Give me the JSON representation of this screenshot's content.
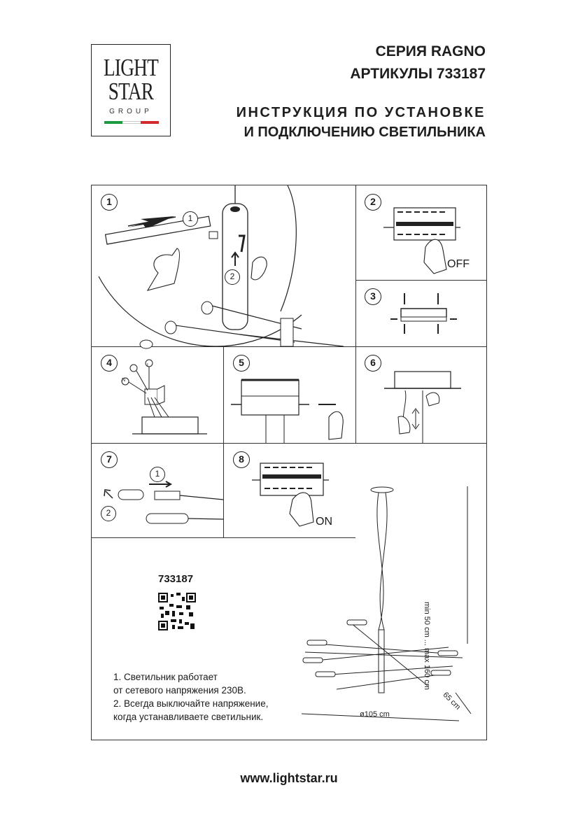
{
  "logo": {
    "line1": "LIGHT",
    "line2": "STAR",
    "line3": "GROUP",
    "flag_colors": [
      "#1a9c3e",
      "#ffffff",
      "#d12a2a"
    ]
  },
  "header": {
    "series": "СЕРИЯ RAGNO",
    "articles": "АРТИКУЛЫ 733187",
    "instruction_line1": "ИНСТРУКЦИЯ ПО УСТАНОВКЕ",
    "instruction_line2": "И ПОДКЛЮЧЕНИЮ СВЕТИЛЬНИКА"
  },
  "steps": {
    "s1": "1",
    "s1_sub1": "1",
    "s1_sub2": "2",
    "s2": "2",
    "s2_label": "OFF",
    "s3": "3",
    "s4": "4",
    "s4_n": "N",
    "s4_l": "L",
    "s5": "5",
    "s6": "6",
    "s7": "7",
    "s7_sub1": "1",
    "s7_sub2": "2",
    "s8": "8",
    "s8_label": "ON"
  },
  "product": {
    "code": "733187",
    "height_dim": "min 50 cm ... max 160 cm",
    "diameter_dim": "ø105 cm",
    "depth_dim": "65 cm"
  },
  "notes": [
    "1. Светильник работает",
    "от сетевого напряжения 230В.",
    "2. Всегда выключайте напряжение,",
    "когда устанавливаете светильник."
  ],
  "footer": {
    "url": "www.lightstar.ru"
  }
}
